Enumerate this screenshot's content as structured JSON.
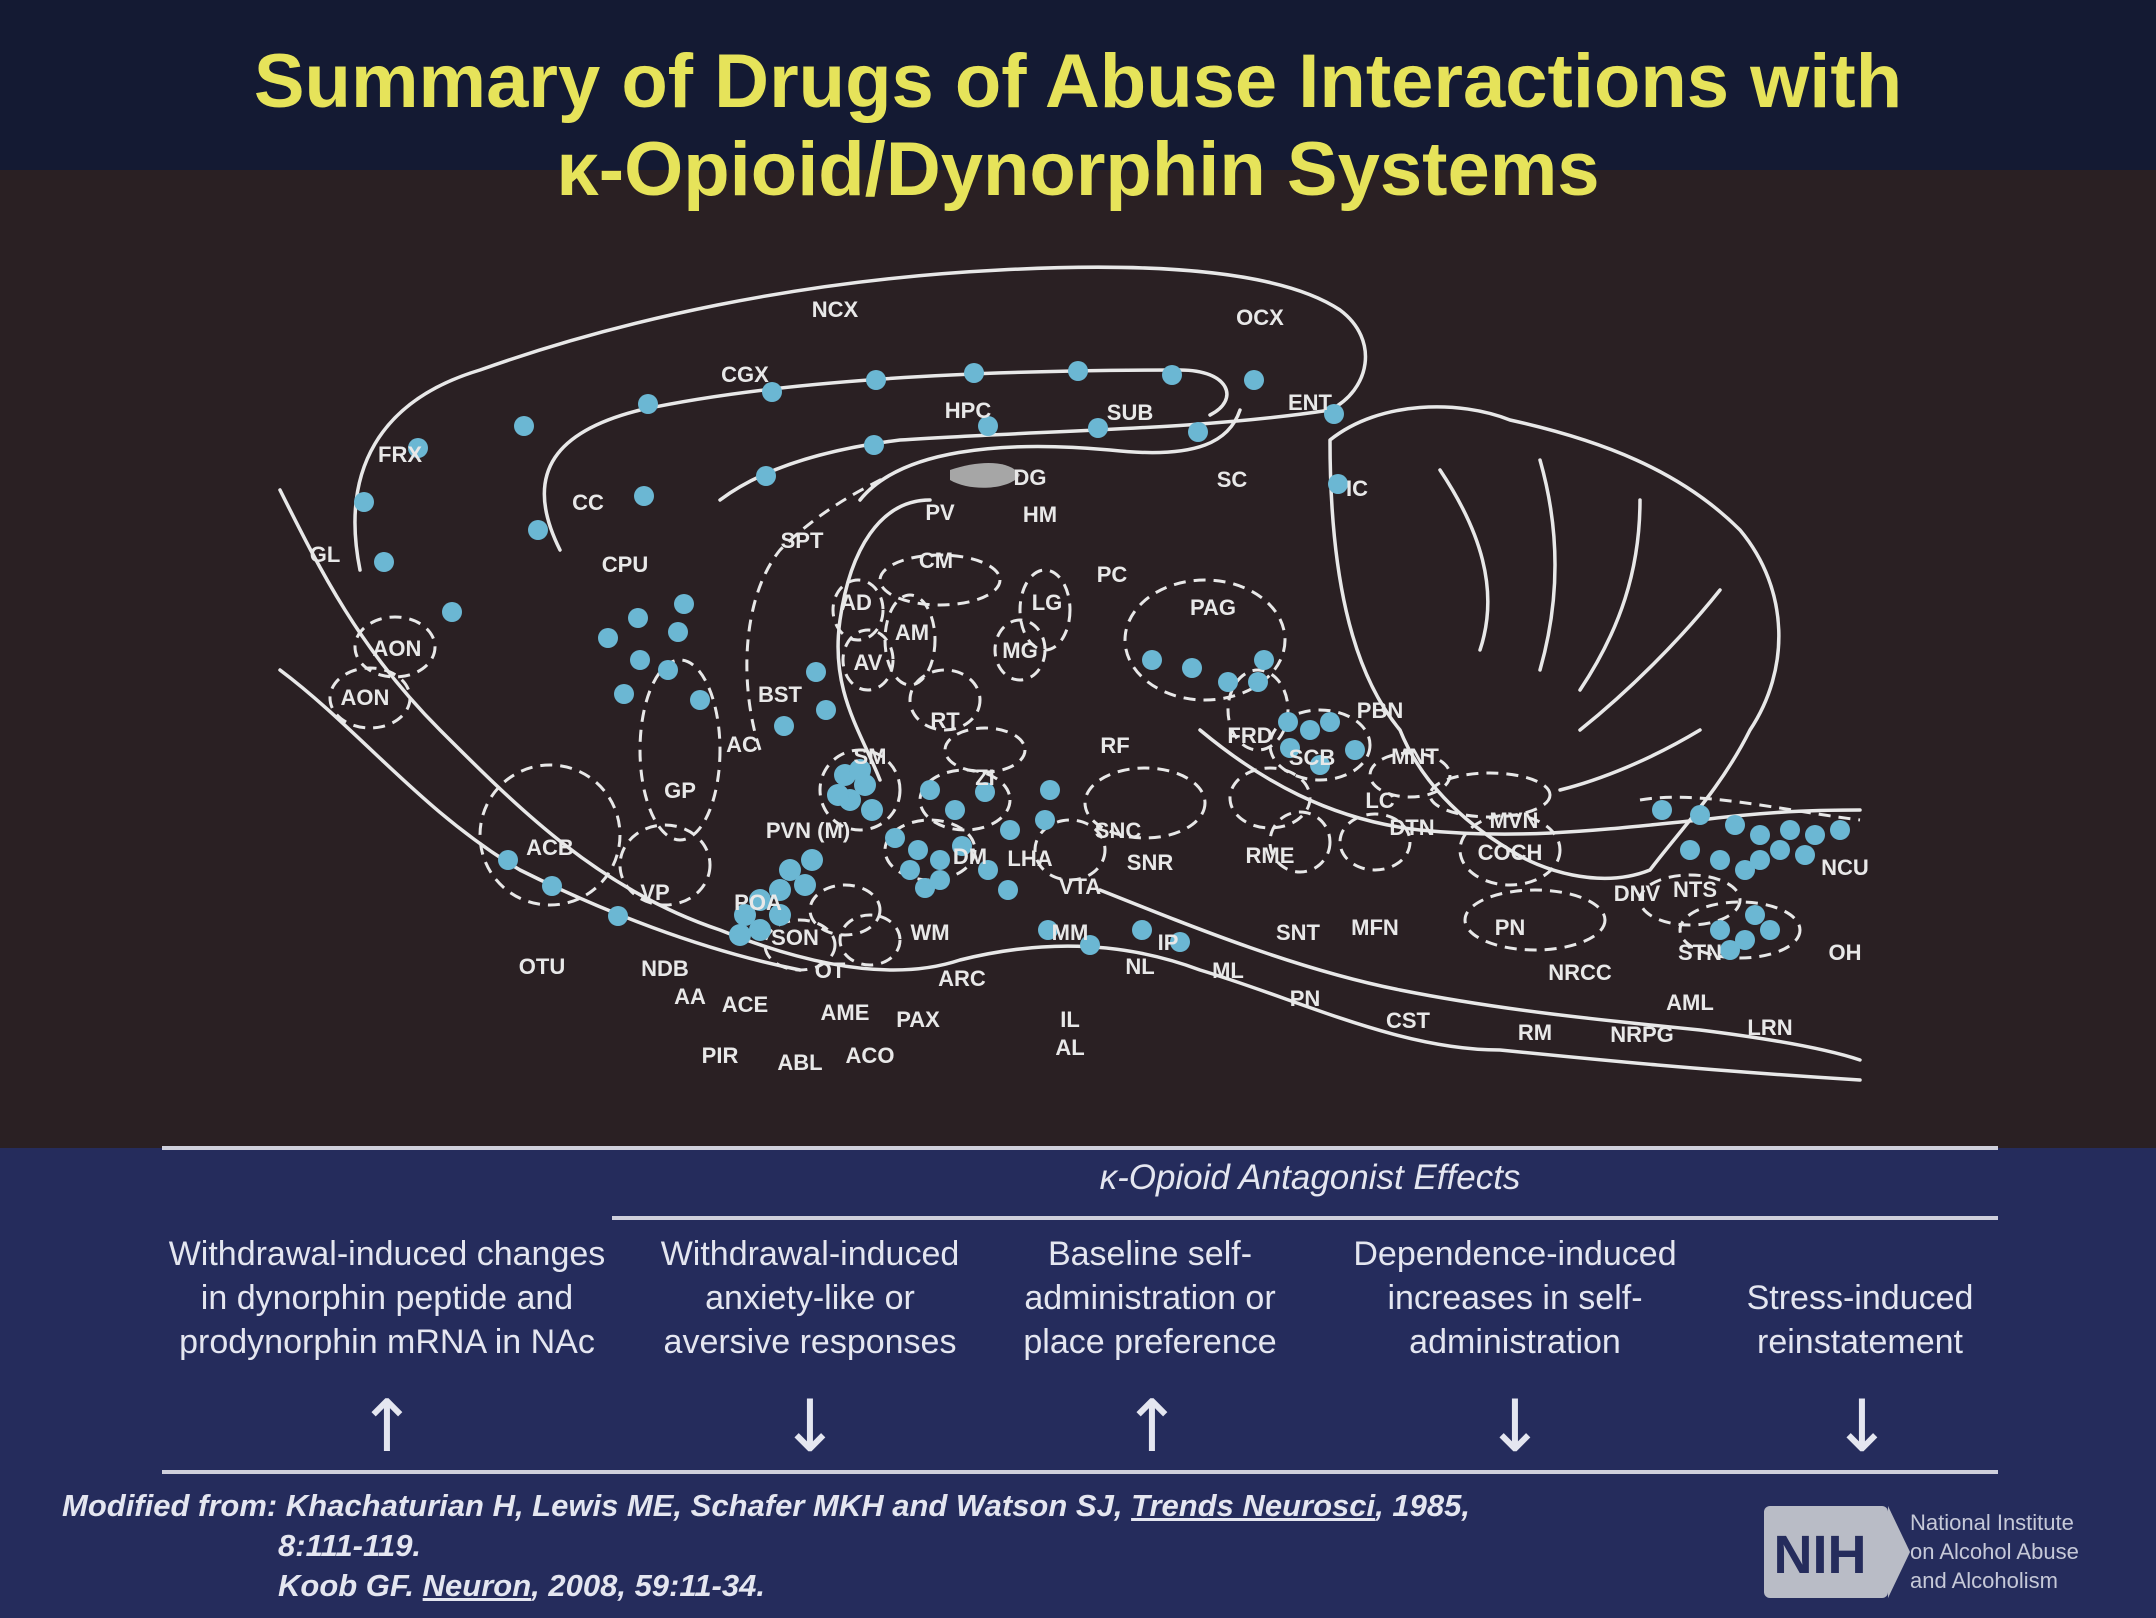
{
  "slide": {
    "title_line1": "Summary of Drugs of Abuse Interactions with",
    "title_line2": "κ-Opioid/Dynorphin Systems"
  },
  "colors": {
    "title_text": "#e6e35a",
    "title_band": "#141a33",
    "diagram_background": "#2a2023",
    "bottom_band": "#252c5c",
    "dot": "#6bb7d3",
    "outline": "#e8e8e8"
  },
  "diagram": {
    "regions": [
      "NCX",
      "OCX",
      "CGX",
      "HPC",
      "SUB",
      "ENT",
      "FRX",
      "CC",
      "DG",
      "SC",
      "IC",
      "GL",
      "CPU",
      "SPT",
      "PV",
      "HM",
      "CM",
      "PC",
      "AD",
      "LG",
      "PAG",
      "AON",
      "AON",
      "AM",
      "MG",
      "AV",
      "BST",
      "RT",
      "RF",
      "PBN",
      "FRD",
      "MNT",
      "AC",
      "SM",
      "ZI",
      "SCB",
      "LC",
      "DTN",
      "MVN",
      "COCH",
      "GP",
      "PVN (M)",
      "DM",
      "LHA",
      "SNC",
      "SNR",
      "RME",
      "NCU",
      "ACB",
      "VTA",
      "DNV",
      "NTS",
      "VP",
      "POA",
      "SON",
      "WM",
      "MM",
      "IP",
      "SNT",
      "MFN",
      "PN",
      "STN",
      "OH",
      "OTU",
      "NDB",
      "OT",
      "ARC",
      "NL",
      "ML",
      "NRCC",
      "AA",
      "ACE",
      "AME",
      "PAX",
      "IL",
      "PN",
      "CST",
      "AML",
      "RM",
      "NRPG",
      "LRN",
      "PIR",
      "ABL",
      "ACO",
      "AL"
    ]
  },
  "effects": {
    "heading": "κ-Opioid Antagonist Effects",
    "columns": [
      {
        "line1": "Withdrawal-induced changes",
        "line2": "in dynorphin peptide and",
        "line3": "prodynorphin mRNA in NAc",
        "arrow": "↑"
      },
      {
        "line1": "Withdrawal-induced",
        "line2": "anxiety-like or",
        "line3": "aversive responses",
        "arrow": "↓"
      },
      {
        "line1": "Baseline self-",
        "line2": "administration or",
        "line3": "place preference",
        "arrow": "↑"
      },
      {
        "line1": "Dependence-induced",
        "line2": "increases in self-",
        "line3": "administration",
        "arrow": "↓"
      },
      {
        "line1": "Stress-induced",
        "line2": "reinstatement",
        "line3": "",
        "arrow": "↓"
      }
    ]
  },
  "citation": {
    "prefix": "Modified from: Khachaturian H, Lewis ME, Schafer MKH and Watson SJ, ",
    "journal1": "Trends Neurosci",
    "suffix1": ", 1985,",
    "line2": "8:111-119.",
    "author2": "Koob GF. ",
    "journal2": "Neuron",
    "suffix2": ", 2008, 59:11-34."
  },
  "logo": {
    "abbrev": "NIH",
    "name_line1": "National Institute",
    "name_line2": "on Alcohol Abuse",
    "name_line3": "and Alcoholism"
  }
}
